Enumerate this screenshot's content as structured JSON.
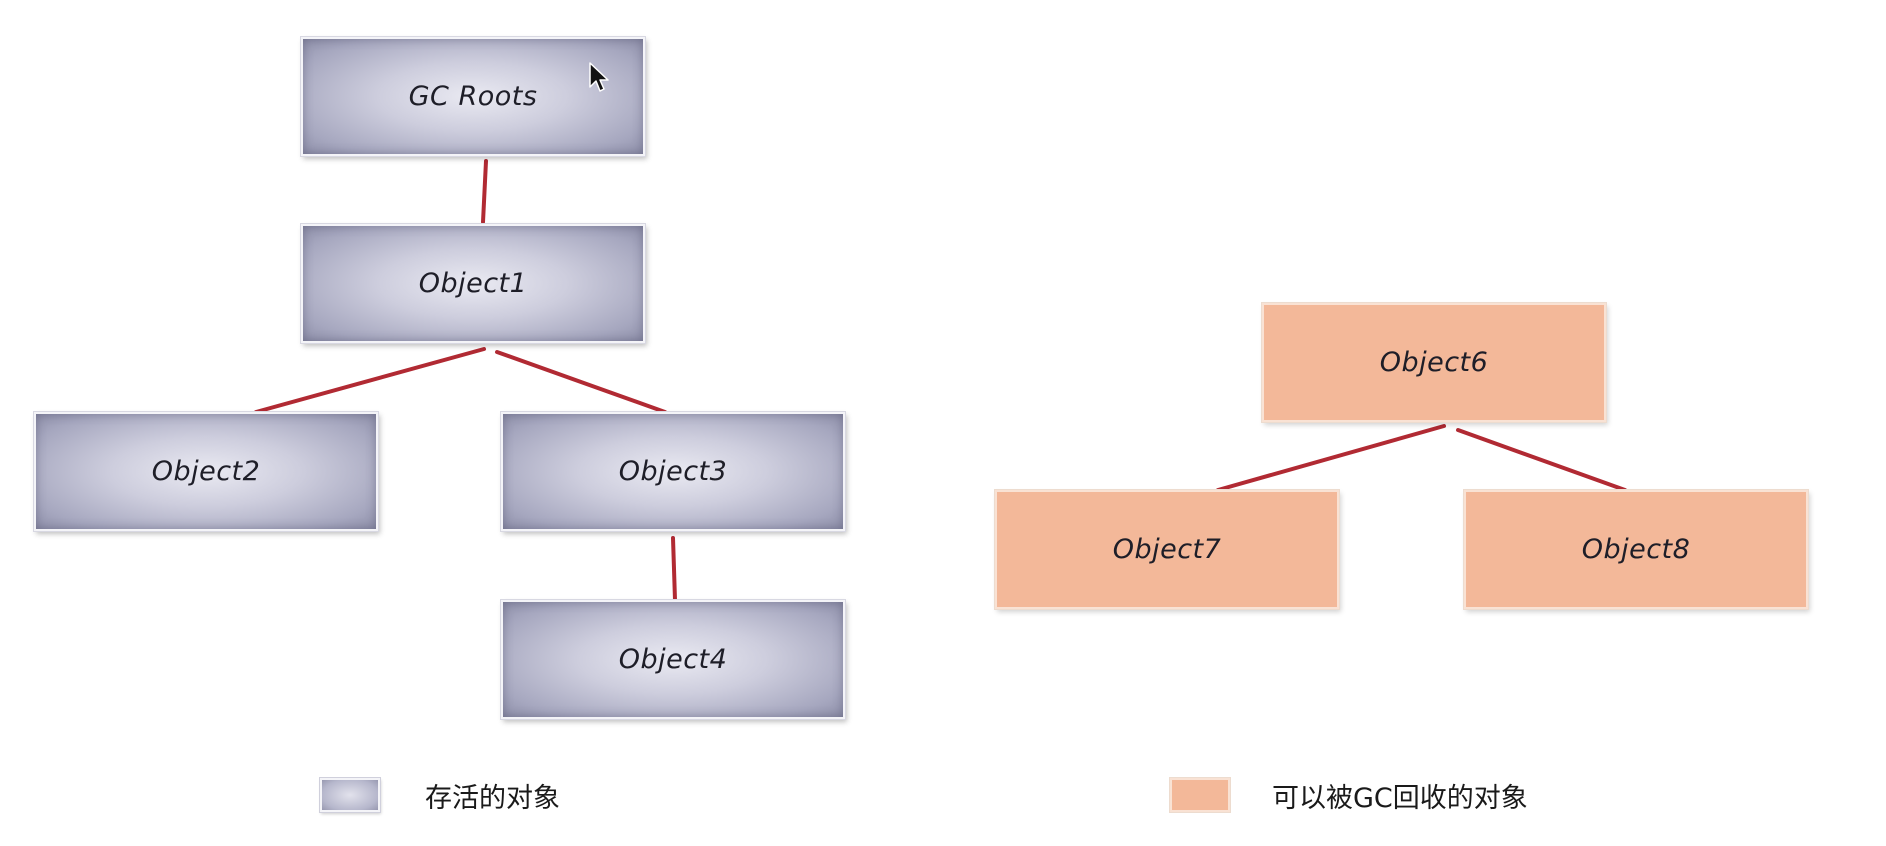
{
  "nodes": {
    "gc_roots": "GC Roots",
    "object1": "Object1",
    "object2": "Object2",
    "object3": "Object3",
    "object4": "Object4",
    "object6": "Object6",
    "object7": "Object7",
    "object8": "Object8"
  },
  "legend": {
    "live_label": "存活的对象",
    "collectable_label": "可以被GC回收的对象"
  },
  "colors": {
    "live_fill": "#a6a7bf",
    "collectable_fill": "#f3b899",
    "edge": "#b12a33"
  },
  "icons": {
    "cursor": "mouse-pointer-icon"
  }
}
